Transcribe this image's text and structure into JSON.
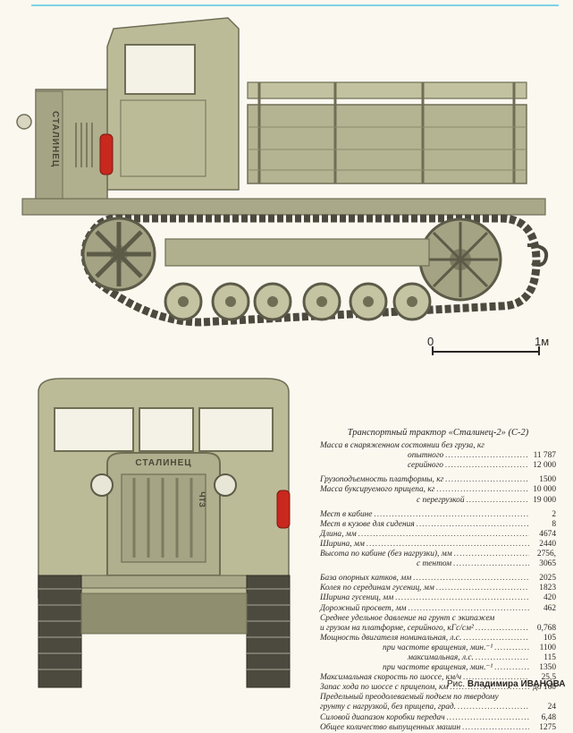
{
  "side_view": {
    "cab_nameplate": "СТАЛИНЕЦ"
  },
  "scale": {
    "start": "0",
    "end": "1м"
  },
  "front_view": {
    "grille_name": "СТАЛИНЕЦ",
    "factory_logo": "ЧТЗ"
  },
  "specs": {
    "title": "Транспортный трактор «Сталинец-2» (С-2)",
    "rows": [
      {
        "label": "Масса в снаряженном состоянии без груза, кг",
        "value": ""
      },
      {
        "label": "опытного",
        "value": "11 787"
      },
      {
        "label": "серийного",
        "value": "12 000"
      },
      {
        "label": "Грузоподъемность платформы, кг",
        "value": "1500"
      },
      {
        "label": "Масса буксируемого прицепа, кг",
        "value": "10 000"
      },
      {
        "label": "с перегрузкой",
        "value": "19 000"
      },
      {
        "label": "Мест в кабине",
        "value": "2"
      },
      {
        "label": "Мест в кузове для сидения",
        "value": "8"
      },
      {
        "label": "Длина, мм",
        "value": "4674"
      },
      {
        "label": "Ширина, мм",
        "value": "2440"
      },
      {
        "label": "Высота по кабине (без нагрузки), мм",
        "value": "2756,"
      },
      {
        "label": "с тентом",
        "value": "3065"
      },
      {
        "label": "База опорных катков, мм",
        "value": "2025"
      },
      {
        "label": "Колея по серединам гусениц, мм",
        "value": "1823"
      },
      {
        "label": "Ширина гусениц, мм",
        "value": "420"
      },
      {
        "label": "Дорожный просвет, мм",
        "value": "462"
      },
      {
        "label": "Среднее удельное давление на грунт с экипажем",
        "value": ""
      },
      {
        "label": "и грузом на платформе, серийного, кГс/см²",
        "value": "0,768"
      },
      {
        "label": "Мощность двигателя номинальная, л.с.",
        "value": "105"
      },
      {
        "label": "при частоте вращения, мин.⁻¹",
        "value": "1100"
      },
      {
        "label": "максимальная, л.с.",
        "value": "115"
      },
      {
        "label": "при частоте вращения, мин.⁻¹",
        "value": "1350"
      },
      {
        "label": "Максимальная скорость по шоссе, км/ч",
        "value": "25,5"
      },
      {
        "label": "Запас хода по шоссе с прицепом, км",
        "value": "до 160"
      },
      {
        "label": "Предельный преодолеваемый подъем по твердому",
        "value": ""
      },
      {
        "label": "грунту с нагрузкой, без прицепа, град.",
        "value": "24"
      },
      {
        "label": "Силовой диапазон коробки передач",
        "value": "6,48"
      },
      {
        "label": "Общее количество выпущенных машин",
        "value": "1275"
      }
    ]
  },
  "credit": {
    "prefix": "Рис.",
    "author": "Владимира ИВАНОВА"
  },
  "colors": {
    "body": "#b9b896",
    "body_dark": "#8f8e6e",
    "track": "#4c4a3e",
    "extinguisher": "#c8281e",
    "scale_line": "#2a2622"
  }
}
